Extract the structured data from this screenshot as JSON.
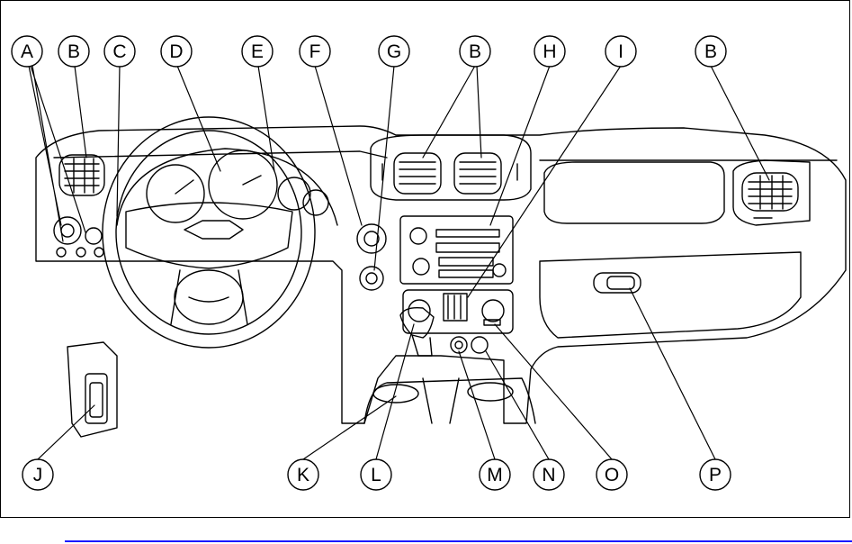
{
  "diagram": {
    "callouts": {
      "A": "A",
      "B1": "B",
      "C": "C",
      "D": "D",
      "E": "E",
      "F": "F",
      "G": "G",
      "B2": "B",
      "H": "H",
      "I": "I",
      "B3": "B",
      "J": "J",
      "K": "K",
      "L": "L",
      "M": "M",
      "N": "N",
      "O": "O",
      "P": "P"
    }
  },
  "colors": {
    "line": "#000000",
    "background": "#ffffff",
    "rule": "#1a1aff"
  }
}
